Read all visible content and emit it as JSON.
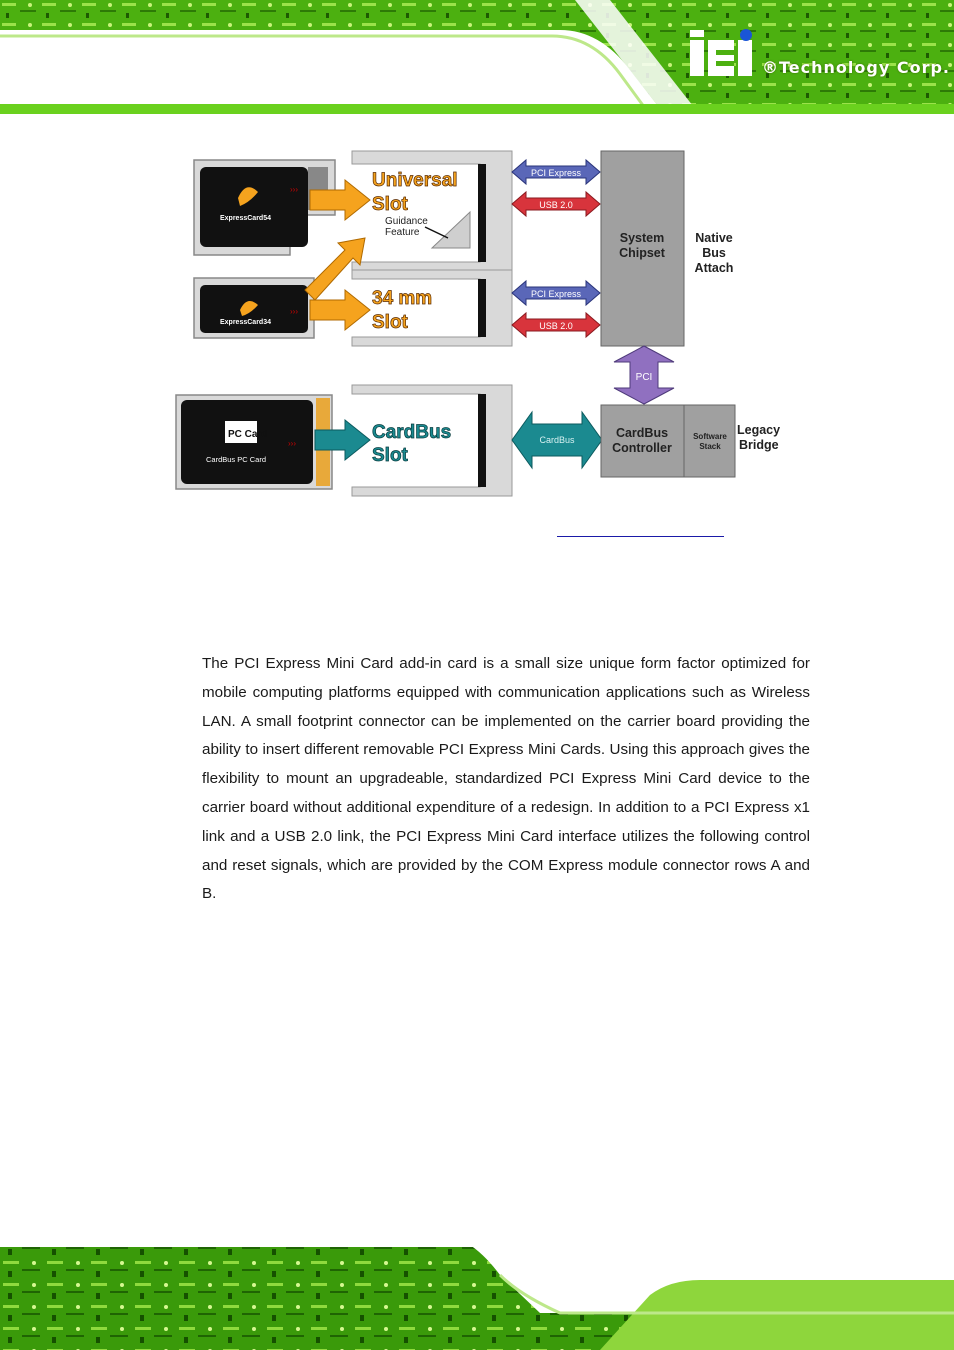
{
  "header": {
    "logo_text": "®Technology Corp."
  },
  "diagram": {
    "expresscard_universal_label": "ExpressCard54",
    "expresscard_34_label": "ExpressCard34",
    "pc_card_logo": "PC Card",
    "pc_card_label": "CardBus PC Card",
    "universal_slot_line1": "Universal",
    "universal_slot_line2": "Slot",
    "guidance_line1": "Guidance",
    "guidance_line2": "Feature",
    "slot_34_line1": "34 mm",
    "slot_34_line2": "Slot",
    "cardbus_slot_line1": "CardBus",
    "cardbus_slot_line2": "Slot",
    "pci_express_1": "PCI Express",
    "usb_1": "USB 2.0",
    "pci_express_2": "PCI Express",
    "usb_2": "USB 2.0",
    "cardbus_link": "CardBus",
    "system_chipset_line1": "System",
    "system_chipset_line2": "Chipset",
    "native_line1": "Native",
    "native_line2": "Bus",
    "native_line3": "Attach",
    "pci_link": "PCI",
    "cardbus_controller_line1": "CardBus",
    "cardbus_controller_line2": "Controller",
    "software_stack_line1": "Software",
    "software_stack_line2": "Stack",
    "legacy_line1": "Legacy",
    "legacy_line2": "Bridge"
  },
  "body": {
    "paragraph": "The PCI Express Mini Card add-in card is a small size unique form factor optimized for mobile computing platforms equipped with communication applications such as Wireless LAN. A small footprint connector can be implemented on the carrier board providing the ability to insert different removable PCI Express Mini Cards. Using this approach gives the flexibility to mount an upgradeable, standardized PCI Express Mini Card device to the carrier board without additional expenditure of a redesign. In addition to a PCI Express x1 link and a USB 2.0 link, the PCI Express Mini Card interface utilizes the following control and reset signals, which are provided by the COM Express module connector rows A and B."
  }
}
